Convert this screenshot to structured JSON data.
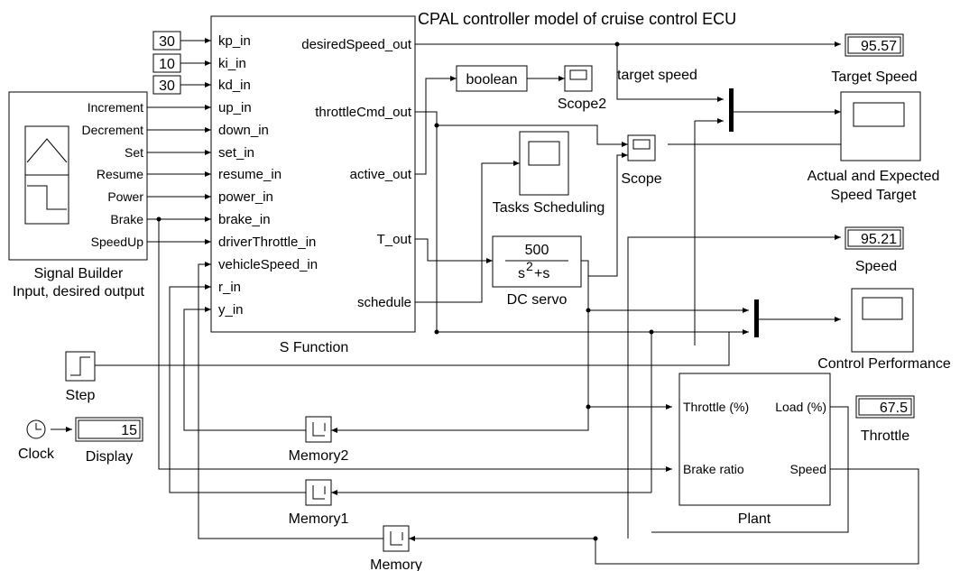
{
  "title": "CPAL controller model of cruise control ECU",
  "sfunction": {
    "label": "S Function",
    "inputs": [
      "kp_in",
      "ki_in",
      "kd_in",
      "up_in",
      "down_in",
      "set_in",
      "resume_in",
      "power_in",
      "brake_in",
      "driverThrottle_in",
      "vehicleSpeed_in",
      "r_in",
      "y_in"
    ],
    "outputs": [
      "desiredSpeed_out",
      "throttleCmd_out",
      "active_out",
      "T_out",
      "schedule"
    ]
  },
  "constants": [
    "30",
    "10",
    "30"
  ],
  "signal_builder": {
    "label_line1": "Signal Builder",
    "label_line2": "Input, desired output",
    "outputs": [
      "Increment",
      "Decrement",
      "Set",
      "Resume",
      "Power",
      "Brake",
      "SpeedUp"
    ]
  },
  "boolean_block": "boolean",
  "scope2_label": "Scope2",
  "scope_label": "Scope",
  "target_speed_label": "target speed",
  "tasks_scheduling_label": "Tasks Scheduling",
  "dc_servo": {
    "label": "DC servo",
    "numerator": "500",
    "denominator_a": "s",
    "denominator_exp": "2",
    "denominator_b": "+s"
  },
  "target_speed_display": {
    "value": "95.57",
    "label": "Target Speed"
  },
  "actual_expected_label_line1": "Actual and Expected",
  "actual_expected_label_line2": "Speed Target",
  "speed_display": {
    "value": "95.21",
    "label": "Speed"
  },
  "control_performance_label": "Control Performance",
  "step_label": "Step",
  "clock_label": "Clock",
  "display": {
    "value": "15",
    "label": "Display"
  },
  "plant": {
    "label": "Plant",
    "in1": "Throttle (%)",
    "in2": "Brake ratio",
    "out1": "Load (%)",
    "out2": "Speed"
  },
  "throttle_display": {
    "value": "67.5",
    "label": "Throttle"
  },
  "memory_labels": [
    "Memory2",
    "Memory1",
    "Memory"
  ]
}
